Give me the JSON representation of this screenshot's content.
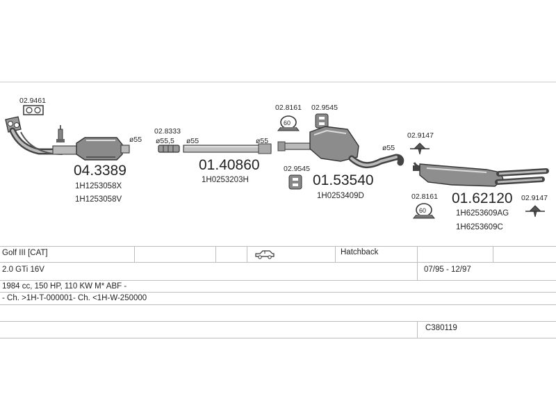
{
  "parts": {
    "p1": {
      "part_no": "04.3389",
      "oe_1": "1H1253058X",
      "oe_2": "1H1253058V",
      "gasket": "02.9461",
      "dia": "ø55"
    },
    "p2": {
      "part_no": "01.40860",
      "oe": "1H0253203H",
      "clamp": "02.8333",
      "dia_a": "ø55,5",
      "dia_b": "ø55",
      "dia_c": "ø55"
    },
    "p3": {
      "part_no": "01.53540",
      "oe": "1H0253409D",
      "ring": "02.8161",
      "ring_size": "60",
      "hanger_a": "02.9545",
      "hanger_b": "02.9545",
      "dia": "ø55"
    },
    "p4": {
      "part_no": "01.62120",
      "oe_1": "1H6253609AG",
      "oe_2": "1H6253609C",
      "clip": "02.9147",
      "ring": "02.8161",
      "ring_size": "60",
      "clip_b": "02.9147"
    }
  },
  "vehicle": {
    "model": "Golf III  [CAT]",
    "body": "Hatchback",
    "engine": "2.0 GTi 16V",
    "years": "07/95 - 12/97",
    "specs": "1984 cc, 150 HP, 110 KW M* ABF -",
    "chassis": "- Ch. >1H-T-000001- Ch. <1H-W-250000",
    "code": "C380119"
  },
  "icons": {
    "body_type": "car-side-icon"
  }
}
